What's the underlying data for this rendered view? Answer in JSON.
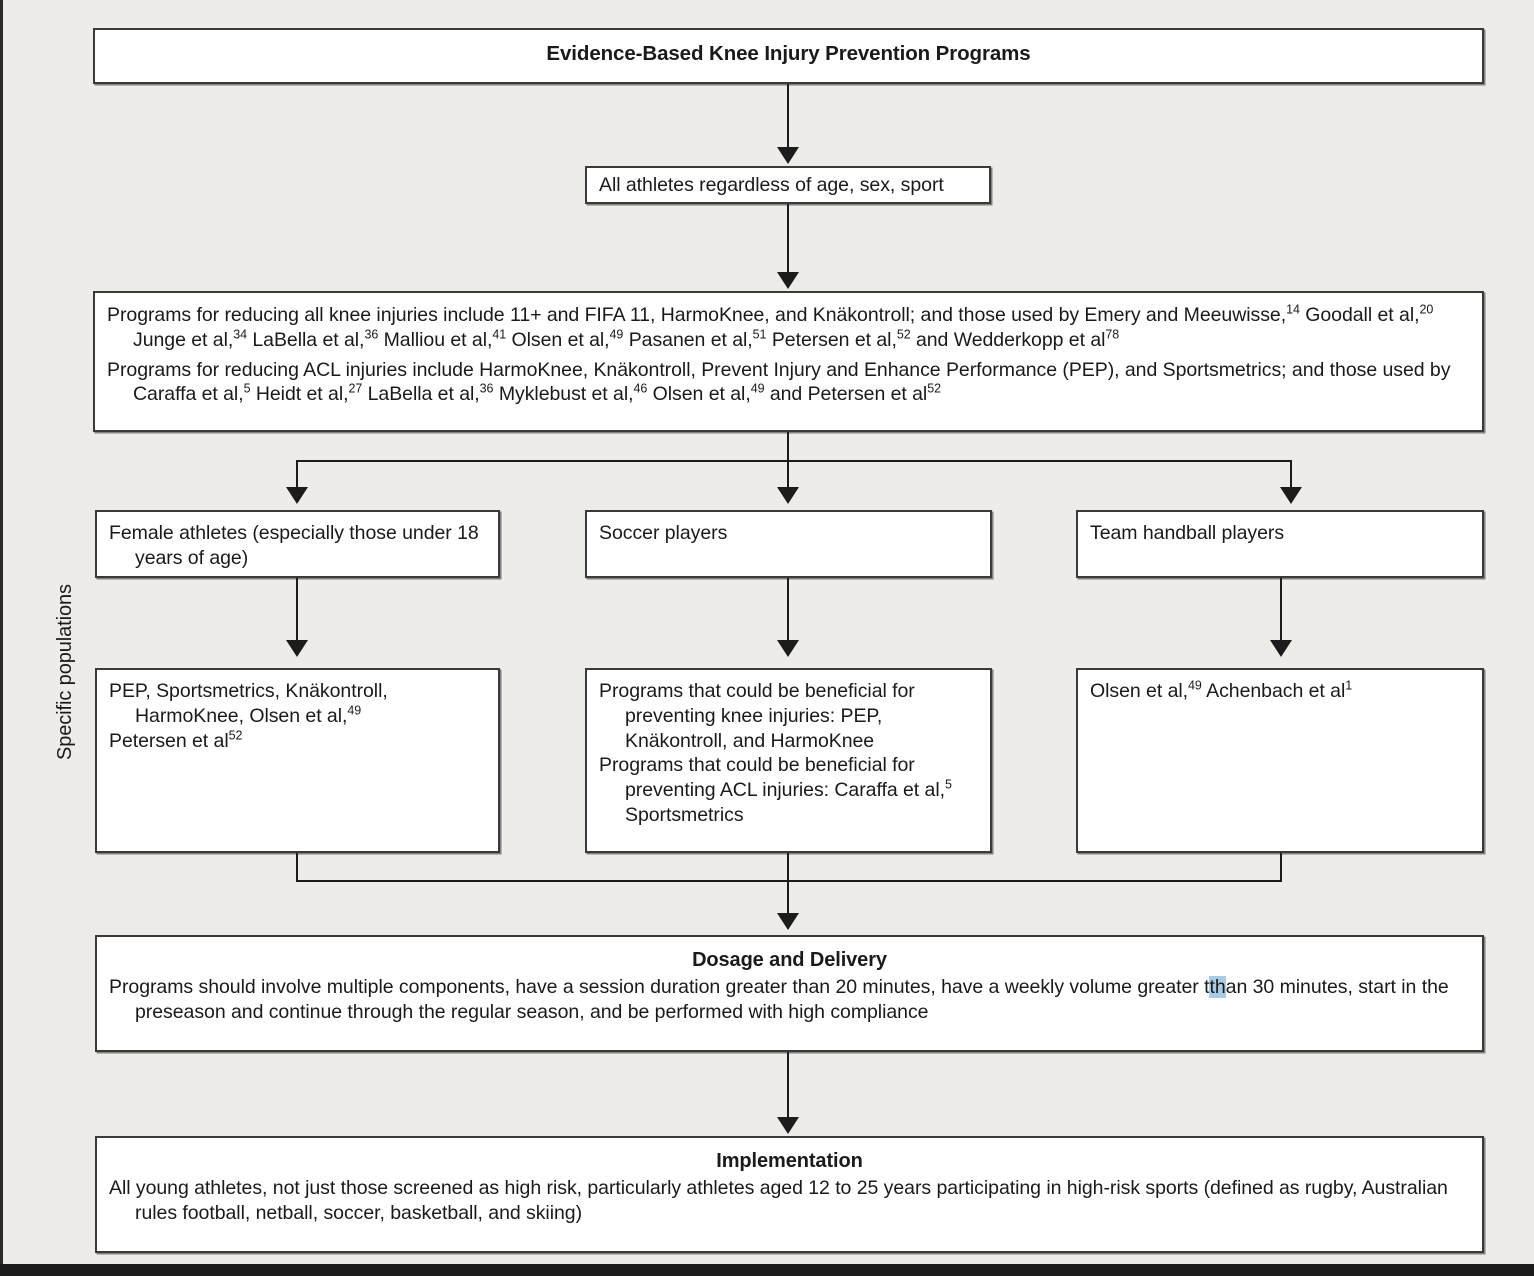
{
  "figure": {
    "side_label": "Specific populations"
  },
  "nodes": {
    "title": {
      "label": "Evidence-Based Knee Injury Prevention Programs"
    },
    "all_athletes": {
      "label": "All athletes regardless of age, sex, sport"
    },
    "programs": {
      "line1_a": "Programs for reducing all knee injuries include 11+ and FIFA 11, HarmoKnee, and Knäkontroll; and those used by Emery and Meeuwisse,",
      "line1_sup1": "14",
      "line1_b": " Goodall et al,",
      "line1_sup2": "20",
      "line1_c": " Junge et al,",
      "line1_sup3": "34",
      "line1_d": " LaBella et al,",
      "line1_sup4": "36",
      "line1_e": " Malliou et al,",
      "line1_sup5": "41",
      "line1_f": " Olsen et al,",
      "line1_sup6": "49",
      "line1_g": " Pasanen et al,",
      "line1_sup7": "51",
      "line1_h": " Petersen et al,",
      "line1_sup8": "52",
      "line1_i": " and Wedderkopp et al",
      "line1_sup9": "78",
      "line2_a": "Programs for reducing ACL injuries include HarmoKnee, Knäkontroll, Prevent Injury and Enhance Performance (PEP), and Sportsmetrics; and those used by Caraffa et al,",
      "line2_sup1": "5",
      "line2_b": " Heidt et al,",
      "line2_sup2": "27",
      "line2_c": " LaBella et al,",
      "line2_sup3": "36",
      "line2_d": " Myklebust et al,",
      "line2_sup4": "46",
      "line2_e": " Olsen et al,",
      "line2_sup5": "49",
      "line2_f": " and Petersen et al",
      "line2_sup6": "52"
    },
    "pop_female": {
      "label": "Female athletes (especially those under 18 years of age)"
    },
    "pop_soccer": {
      "label": "Soccer players"
    },
    "pop_handball": {
      "label": "Team handball players"
    },
    "prog_female": {
      "line1_a": "PEP, Sportsmetrics, Knäkontroll, HarmoKnee, Olsen et al,",
      "line1_sup1": "49",
      "line2_a": "Petersen et al",
      "line2_sup1": "52"
    },
    "prog_soccer": {
      "line1": "Programs that could be beneficial for preventing knee injuries: PEP, Knäkontroll, and HarmoKnee",
      "line2_a": "Programs that could be beneficial for preventing ACL injuries: Caraffa et al,",
      "line2_sup1": "5",
      "line2_b": " Sportsmetrics"
    },
    "prog_handball": {
      "line1_a": "Olsen et al,",
      "line1_sup1": "49",
      "line1_b": " Achenbach et al",
      "line1_sup2": "1"
    },
    "dosage": {
      "heading": "Dosage and Delivery",
      "body_a": "Programs should involve multiple components, have a session duration greater than 20 minutes, have a weekly volume greater t",
      "body_hl": "th",
      "body_b": "an 30 minutes, start in the preseason and continue through the regular season, and be performed with high compliance"
    },
    "implementation": {
      "heading": "Implementation",
      "body": "All young athletes, not just those screened as high risk, particularly athletes aged 12 to 25 years participating in high-risk sports (defined as rugby, Australian rules football, netball, soccer, basketball, and skiing)"
    }
  },
  "colors": {
    "background": "#edece8",
    "box_fill": "#ffffff",
    "border": "#3a3a3a",
    "connector": "#1c1c1c",
    "highlight": "#a9cbe3"
  }
}
